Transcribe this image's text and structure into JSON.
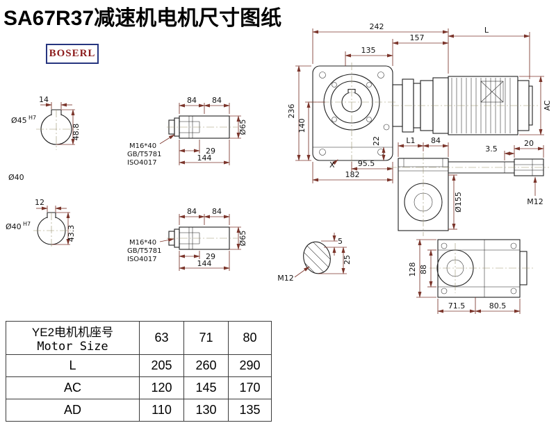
{
  "title": "SA67R37减速机电机尺寸图纸",
  "brand": "BOSERL",
  "colors": {
    "geometry_line": "#1f1f1f",
    "dimension_line": "#7b352b",
    "logo_text": "#8b1a1a",
    "logo_border": "#26357f"
  },
  "bore_view_top": {
    "key_width": "14",
    "bore": "Ø45",
    "tolerance": "H7",
    "keyway_depth": "48.8",
    "note": "Ø40"
  },
  "bore_view_bottom": {
    "key_width": "12",
    "bore": "Ø40",
    "tolerance": "H7",
    "keyway_depth": "43.3"
  },
  "shaft_view_top": {
    "seg_a": "84",
    "seg_b": "84",
    "bolt": "M16*40",
    "standard_1": "GB/T5781",
    "standard_2": "ISO4017",
    "key_length": "29",
    "total_length": "144",
    "diameter": "Ø65"
  },
  "shaft_view_bottom": {
    "seg_a": "84",
    "seg_b": "84",
    "bolt": "M16*40",
    "standard_1": "GB/T5781",
    "standard_2": "ISO4017",
    "key_length": "29",
    "total_length": "144",
    "diameter": "Ø65"
  },
  "front_view": {
    "overall_width": "242",
    "flange_width": "135",
    "adapter_length": "157",
    "motor_length": "L",
    "overall_height": "236",
    "center_height": "140",
    "foot_height": "22",
    "center_to_face": "95.5",
    "base_width": "182",
    "datum_mark": "X",
    "motor_diameter": "AC"
  },
  "side_view": {
    "dim_l1": "L1",
    "dim_84": "84",
    "dim_3_5": "3.5",
    "key_width": "20",
    "flange_diameter": "Ø155",
    "tapped_hole": "M12"
  },
  "top_view": {
    "overall_height": "128",
    "inner_height": "88",
    "dim_71_5": "71.5",
    "dim_80_5": "80.5"
  },
  "shaft_end_detail": {
    "key_height": "5",
    "key_width": "25",
    "tapped_hole": "M12"
  },
  "table": {
    "header_cn": "YE2电机机座号",
    "header_en": "Motor Size",
    "frame_sizes": [
      "63",
      "71",
      "80"
    ],
    "rows": [
      {
        "label": "L",
        "values": [
          "205",
          "260",
          "290"
        ]
      },
      {
        "label": "AC",
        "values": [
          "120",
          "145",
          "170"
        ]
      },
      {
        "label": "AD",
        "values": [
          "110",
          "130",
          "135"
        ]
      }
    ]
  }
}
